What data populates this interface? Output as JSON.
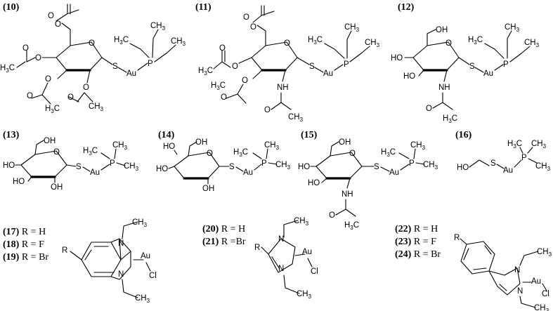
{
  "compounds": {
    "c10": "(10)",
    "c11": "(11)",
    "c12": "(12)",
    "c13": "(13)",
    "c14": "(14)",
    "c15": "(15)",
    "c16": "(16)"
  },
  "r_groups": [
    {
      "num": "17",
      "text": " R = H"
    },
    {
      "num": "18",
      "text": " R = F"
    },
    {
      "num": "19",
      "text": " R = Br"
    },
    {
      "num": "20",
      "text": " R = H"
    },
    {
      "num": "21",
      "text": " R =Br"
    },
    {
      "num": "22",
      "text": " R = H"
    },
    {
      "num": "23",
      "text": " R = F"
    },
    {
      "num": "24",
      "text": " R = Br"
    }
  ],
  "atoms": {
    "S": "S",
    "Au": "Au",
    "P": "P",
    "O": "O",
    "N": "N",
    "H3C": "H3C",
    "CH3": "CH3",
    "HO": "HO",
    "OH": "OH",
    "NH": "NH",
    "Cl": "Cl",
    "R": "R"
  },
  "colors": {
    "ink": "#000000",
    "background": "#ffffff"
  }
}
